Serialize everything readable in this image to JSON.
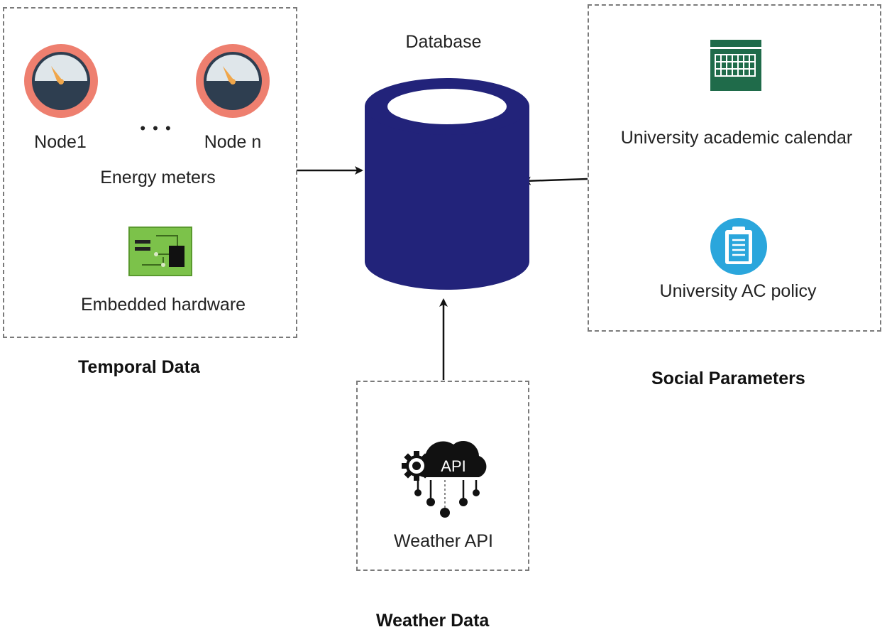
{
  "database": {
    "label": "Database"
  },
  "temporal": {
    "title": "Temporal Data",
    "node_first": "Node1",
    "ellipsis": "• • •",
    "node_last": "Node n",
    "meters_label": "Energy meters",
    "hardware_label": "Embedded hardware"
  },
  "social": {
    "title": "Social Parameters",
    "calendar_label": "University academic calendar",
    "policy_label": "University AC policy"
  },
  "weather": {
    "title": "Weather Data",
    "api_label": "Weather API",
    "api_icon_text": "API"
  },
  "icons": {
    "meter": "gauge-icon",
    "hardware": "circuit-board-icon",
    "calendar": "calendar-icon",
    "policy": "clipboard-icon",
    "api": "cloud-api-icon"
  },
  "colors": {
    "database": "#22237a",
    "meter_ring": "#ee7f6f",
    "meter_face": "#2e3e50",
    "board": "#7cc24a",
    "calendar": "#1f6b4a",
    "policy": "#2aa6dc"
  }
}
